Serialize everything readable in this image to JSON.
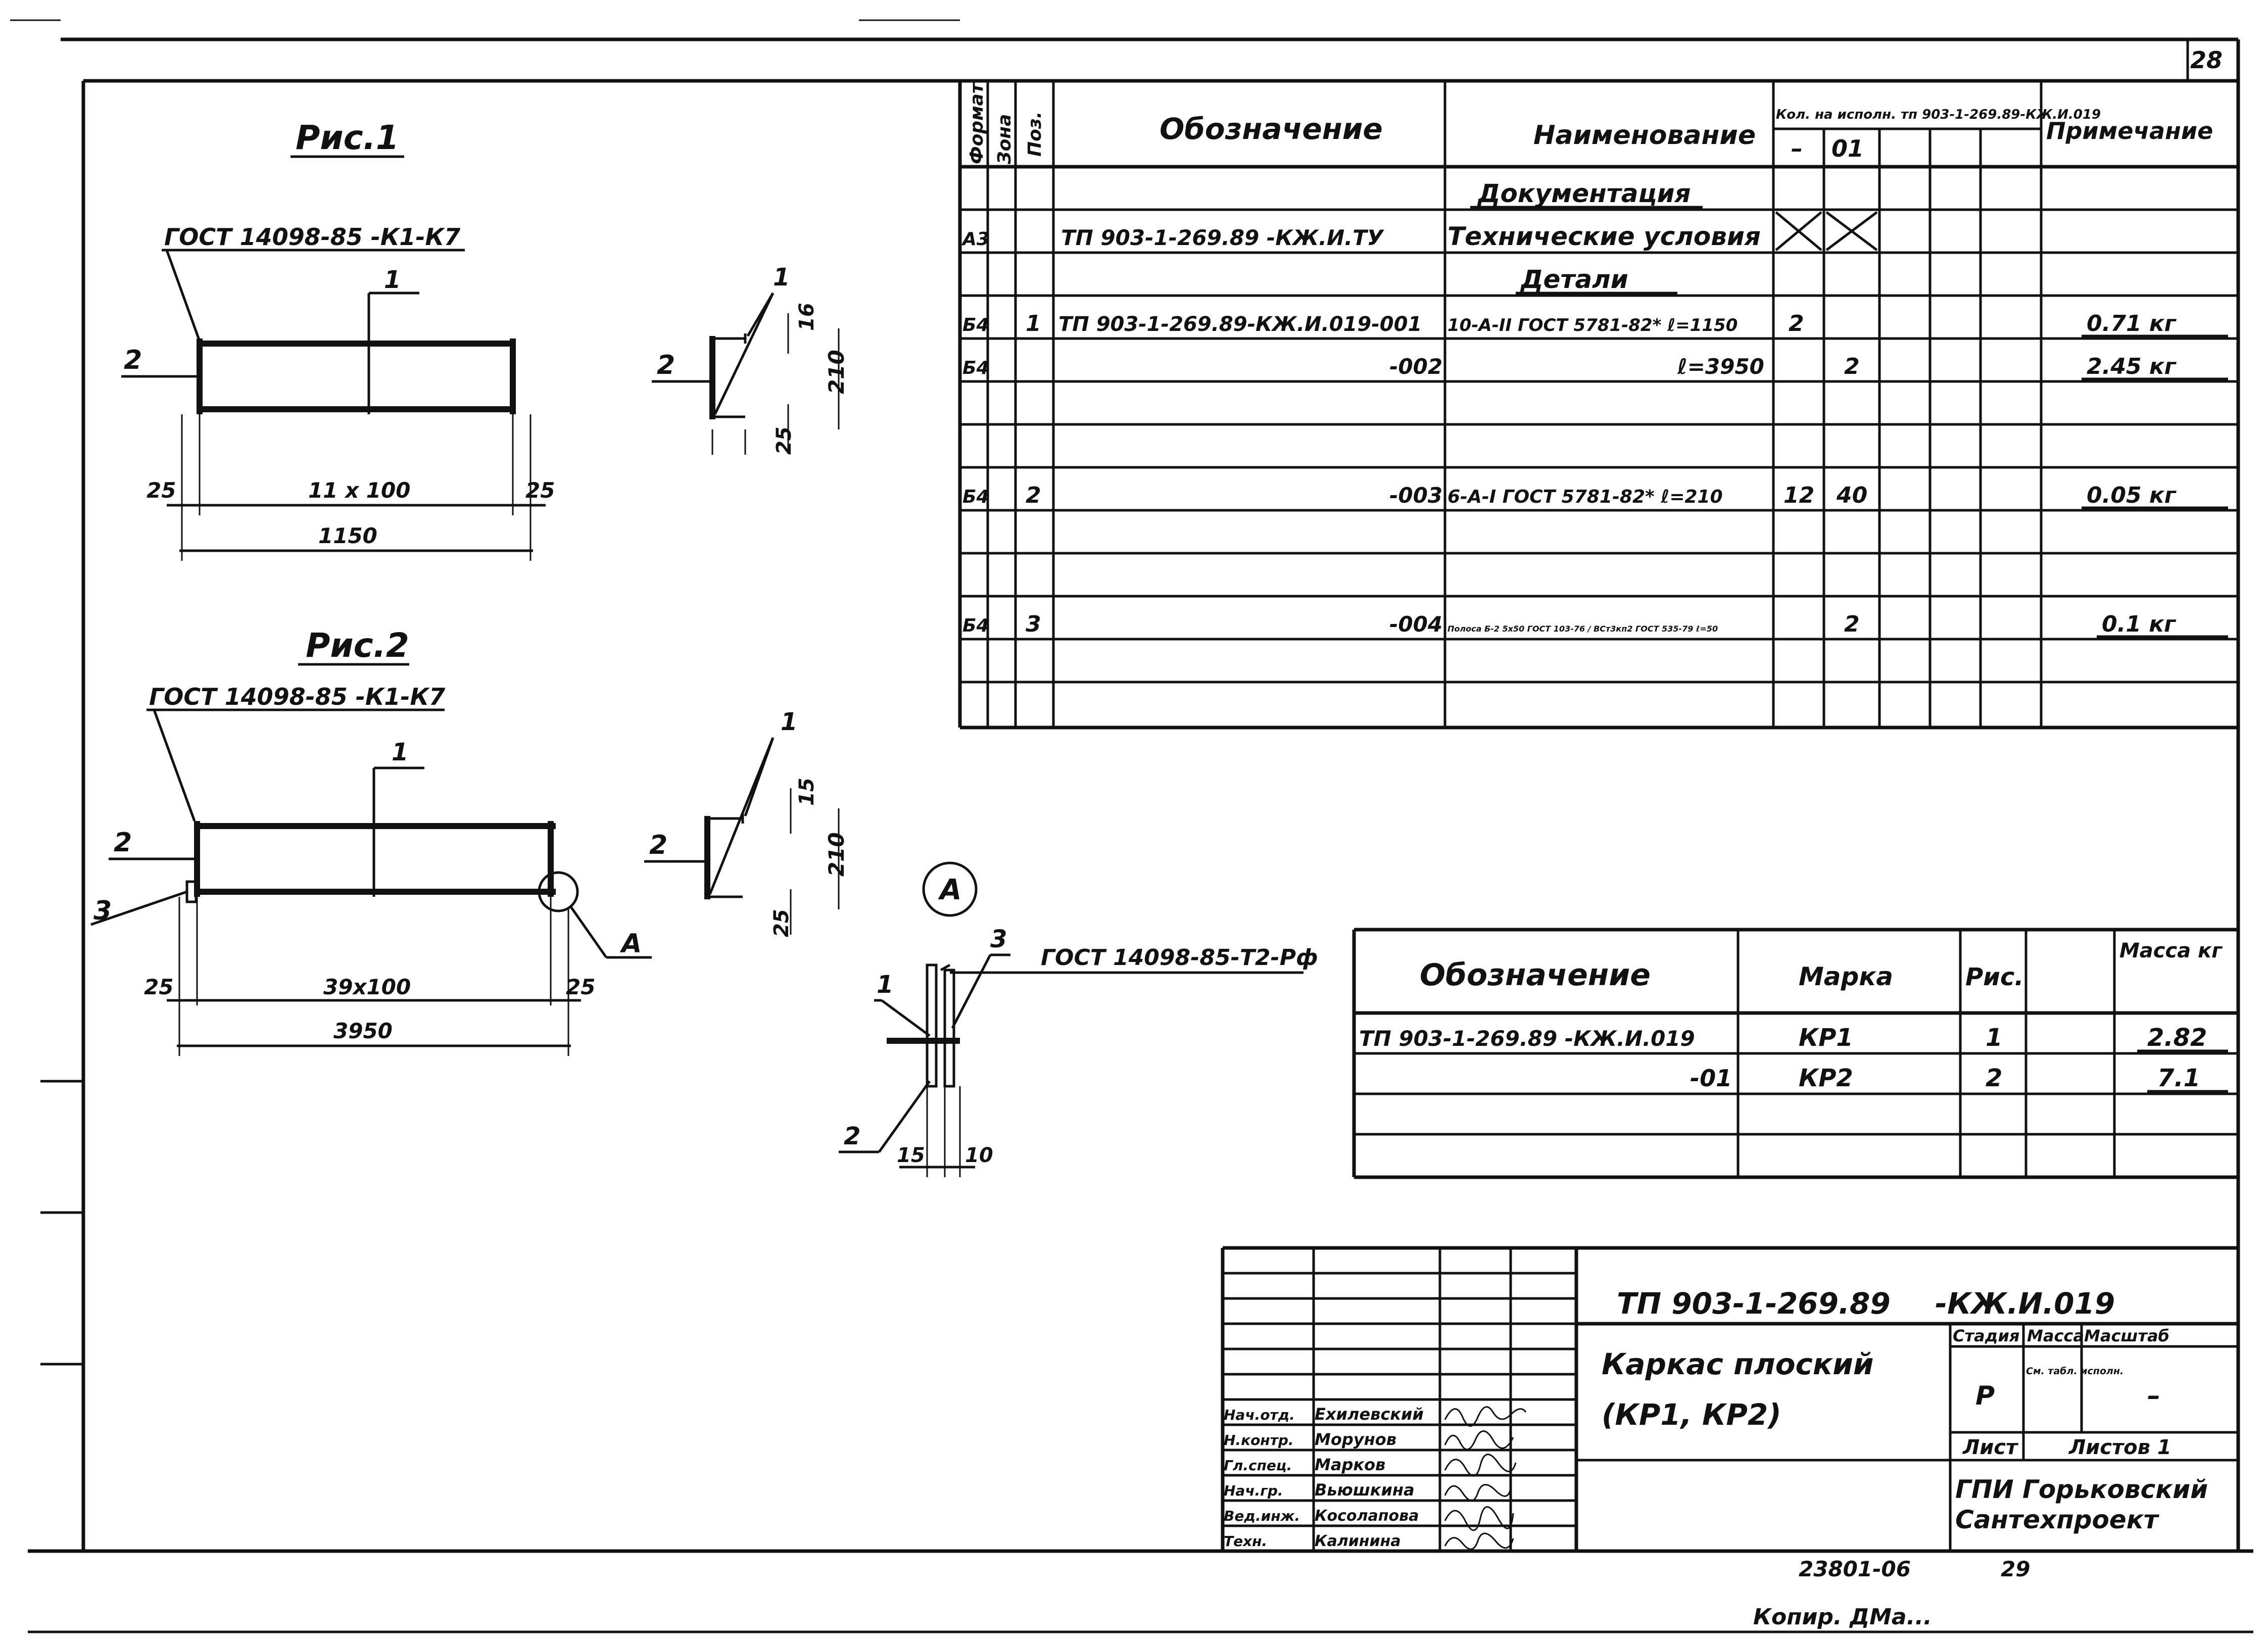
{
  "sheet": {
    "page_number": "28",
    "archive_number": "23801-06",
    "archive_page": "29",
    "copy_mark": "Копир. ДМа..."
  },
  "fig1": {
    "title": "Рис.1",
    "gost": "ГОСТ 14098-85 -К1-К7",
    "pos1": "1",
    "pos2": "2",
    "dim_left": "25",
    "dim_mid": "11 х 100",
    "dim_right": "25",
    "dim_total": "1150",
    "sec_pos1": "1",
    "sec_pos2": "2",
    "sec_16": "16",
    "sec_210": "210",
    "sec_25": "25"
  },
  "fig2": {
    "title": "Рис.2",
    "gost": "ГОСТ 14098-85 -К1-К7",
    "pos1": "1",
    "pos2": "2",
    "pos3": "3",
    "callout": "А",
    "dim_left": "25",
    "dim_mid": "39х100",
    "dim_right": "25",
    "dim_total": "3950",
    "sec_pos1": "1",
    "sec_pos2": "2",
    "sec_15": "15",
    "sec_210": "210",
    "sec_25": "25"
  },
  "detailA": {
    "label": "А",
    "gost": "ГОСТ 14098-85-Т2-Рф",
    "p1": "1",
    "p2": "2",
    "p3": "3",
    "d15": "15",
    "d10": "10"
  },
  "spec": {
    "headers": {
      "format": "Формат",
      "zone": "Зона",
      "pos": "Поз.",
      "designation": "Обозначение",
      "name": "Наименование",
      "qty": "Кол. на исполн. тп 903-1-269.89-КЖ.И.019",
      "qty_a": "–",
      "qty_b": "01",
      "note": "Примечание"
    },
    "rows": [
      {
        "format": "",
        "pos": "",
        "designation": "",
        "name": "Документация",
        "q1": "",
        "q2": "",
        "note": ""
      },
      {
        "format": "А3",
        "pos": "",
        "designation": "ТП 903-1-269.89    -КЖ.И.ТУ",
        "name": "Технические условия",
        "q1": "",
        "q2": "",
        "note": ""
      },
      {
        "format": "",
        "pos": "",
        "designation": "",
        "name": "Детали",
        "q1": "",
        "q2": "",
        "note": ""
      },
      {
        "format": "Б4",
        "pos": "1",
        "designation": "ТП 903-1-269.89-КЖ.И.019-001",
        "name": "10-А-II ГОСТ 5781-82* ℓ=1150",
        "q1": "2",
        "q2": "",
        "note": "0.71 кг"
      },
      {
        "format": "Б4",
        "pos": "",
        "designation": "-002",
        "name": "ℓ=3950",
        "q1": "",
        "q2": "2",
        "note": "2.45 кг"
      },
      {
        "format": "",
        "pos": "",
        "designation": "",
        "name": "",
        "q1": "",
        "q2": "",
        "note": ""
      },
      {
        "format": "Б4",
        "pos": "2",
        "designation": "-003",
        "name": "6-А-I ГОСТ 5781-82* ℓ=210",
        "q1": "12",
        "q2": "40",
        "note": "0.05 кг"
      },
      {
        "format": "",
        "pos": "",
        "designation": "",
        "name": "",
        "q1": "",
        "q2": "",
        "note": ""
      },
      {
        "format": "Б4",
        "pos": "3",
        "designation": "-004",
        "name": "Полоса Б-2 5х50 ГОСТ 103-76 / ВСт3кп2 ГОСТ 535-79 ℓ=50",
        "q1": "",
        "q2": "2",
        "note": "0.1 кг"
      },
      {
        "format": "",
        "pos": "",
        "designation": "",
        "name": "",
        "q1": "",
        "q2": "",
        "note": ""
      }
    ]
  },
  "marks": {
    "headers": {
      "designation": "Обозначение",
      "mark": "Марка",
      "fig": "Рис.",
      "mass": "Масса кг"
    },
    "rows": [
      {
        "designation": "ТП 903-1-269.89   -КЖ.И.019",
        "mark": "КР1",
        "fig": "1",
        "mass": "2.82"
      },
      {
        "designation": "-01",
        "mark": "КР2",
        "fig": "2",
        "mass": "7.1"
      }
    ]
  },
  "title_block": {
    "code": "ТП 903-1-269.89",
    "code_suffix": "-КЖ.И.019",
    "name_line1": "Каркас плоский",
    "name_line2": "(КР1, КР2)",
    "stage_h": "Стадия",
    "mass_h": "Масса",
    "scale_h": "Масштаб",
    "stage": "Р",
    "mass": "См. табл. исполн.",
    "scale": "–",
    "sheet_h": "Лист",
    "sheets_h": "Листов 1",
    "org1": "ГПИ Горьковский",
    "org2": "Сантехпроект",
    "people": [
      {
        "role": "Нач.отд.",
        "name": "Ехилевский"
      },
      {
        "role": "Н.контр.",
        "name": "Морунов"
      },
      {
        "role": "Гл.спец.",
        "name": "Марков"
      },
      {
        "role": "Нач.гр.",
        "name": "Вьюшкина"
      },
      {
        "role": "Вед.инж.",
        "name": "Косолапова"
      },
      {
        "role": "Техн.",
        "name": "Калинина"
      }
    ]
  }
}
